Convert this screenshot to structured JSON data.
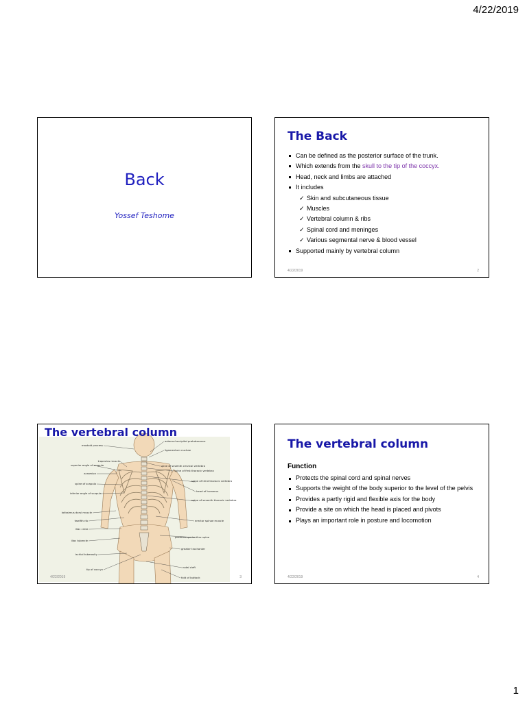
{
  "page": {
    "date": "4/22/2019",
    "number": "1"
  },
  "slide1": {
    "title": "Back",
    "author": "Yossef Teshome"
  },
  "slide2": {
    "title": "The Back",
    "bullets": [
      "Can be defined as the posterior surface of the trunk.",
      {
        "prefix": "Which extends from the ",
        "highlight": "skull to the tip of the coccyx."
      },
      "Head, neck and limbs are attached",
      "It includes"
    ],
    "sub_items": [
      "Skin and subcutaneous tissue",
      "Muscles",
      "Vertebral column & ribs",
      "Spinal cord and meninges",
      "Various segmental nerve & blood vessel"
    ],
    "last_bullet": "Supported mainly by vertebral column",
    "footer_date": "4/22/2019",
    "footer_num": "2",
    "highlight_color": "#7a2fa8"
  },
  "slide3": {
    "title": "The vertebral column",
    "footer_date": "4/22/2019",
    "footer_num": "3",
    "labels_left": [
      "mastoid process",
      "trapezius muscle",
      "superior angle of scapula",
      "acromion",
      "spine of scapula",
      "inferior angle of scapula",
      "latissimus dorsi muscle",
      "twelfth rib",
      "iliac crest",
      "iliac tubercle",
      "ischial tuberosity",
      "tip of coccyx"
    ],
    "labels_right": [
      "external occipital protuberance",
      "ligamentum nuchae",
      "spine of seventh cervical vertebra",
      "spine of first thoracic vertebra",
      "spine of third thoracic vertebra",
      "head of humerus",
      "spine of seventh thoracic vertebra",
      "erector spinae muscle",
      "posterosuperior iliac spine",
      "greater trochanter",
      "natal cleft",
      "fold of buttock"
    ]
  },
  "slide4": {
    "title": "The vertebral column",
    "subtitle": "Function",
    "bullets": [
      "Protects the spinal cord and spinal nerves",
      "Supports the weight of the body superior to the level of the pelvis",
      "Provides a partly rigid and flexible axis for the body",
      "Provide a site on which the head is placed and pivots",
      "Plays an important role in posture and locomotion"
    ],
    "footer_date": "4/22/2019",
    "footer_num": "4"
  },
  "colors": {
    "title_blue": "#1818a8",
    "accent_blue": "#1f1fbf",
    "figure_bg": "#f0f2e6"
  }
}
